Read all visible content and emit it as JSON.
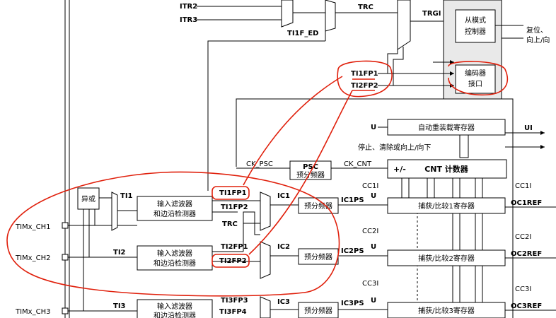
{
  "labels": {
    "itr2": "ITR2",
    "itr3": "ITR3",
    "trc_top": "TRC",
    "trgi": "TRGI",
    "ti1f_ed": "TI1F_ED",
    "slave_line1": "从模式",
    "slave_line2": "控制器",
    "reset_note_line1": "复位、",
    "reset_note_line2": "向上/向",
    "ti1fp1_top": "TI1FP1",
    "ti2fp2_top": "TI2FP2",
    "encoder_line1": "编码器",
    "encoder_line2": "接口",
    "u_arr": "U",
    "arr": "自动重装载寄存器",
    "ui": "UI",
    "stop_clear": "停止、清除或向上/向下",
    "ck_psc": "CK_PSC",
    "psc_title": "PSC",
    "psc_sub": "预分频器",
    "ck_cnt": "CK_CNT",
    "plus_minus": "+/-",
    "cnt": "CNT 计数器",
    "xor": "异或",
    "ti1": "TI1",
    "ti2": "TI2",
    "ti3": "TI3",
    "filter_line1": "输入滤波器",
    "filter_line2": "和边沿检测器",
    "ti1fp1": "TI1FP1",
    "ti1fp2": "TI1FP2",
    "trc": "TRC",
    "ti2fp1": "TI2FP1",
    "ti2fp2": "TI2FP2",
    "ti3fp3": "TI3FP3",
    "ti3fp4": "TI3FP4",
    "ic1": "IC1",
    "ic2": "IC2",
    "ic3": "IC3",
    "prescaler": "预分频器",
    "ic1ps": "IC1PS",
    "ic2ps": "IC2PS",
    "ic3ps": "IC3PS",
    "cc1i": "CC1I",
    "cc2i": "CC2I",
    "cc3i": "CC3I",
    "u": "U",
    "cap1": "捕获/比较1寄存器",
    "cap2": "捕获/比较2寄存器",
    "cap3": "捕获/比较3寄存器",
    "oc1ref": "OC1REF",
    "oc2ref": "OC2REF",
    "oc3ref": "OC3REF",
    "ch1": "TIMx_CH1",
    "ch2": "TIMx_CH2",
    "ch3": "TIMx_CH3"
  },
  "colors": {
    "annotation": "#e0200c",
    "block_gray": "#e9e9e9",
    "line": "#000000"
  }
}
